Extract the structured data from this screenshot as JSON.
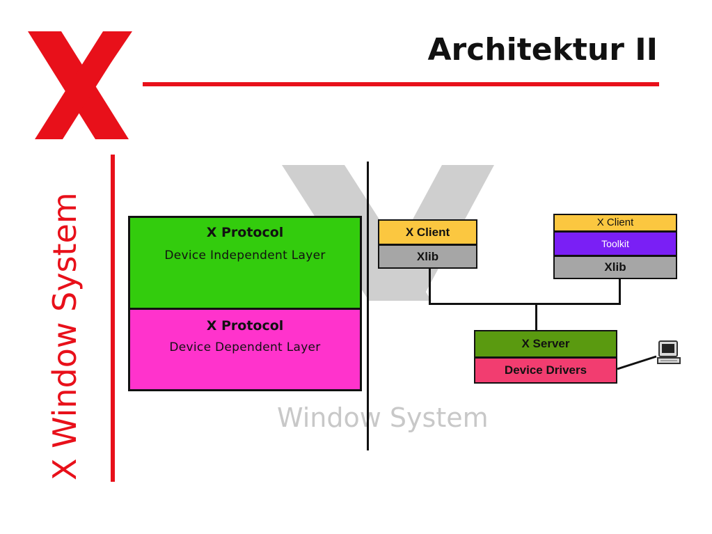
{
  "header": {
    "title": "Architektur II",
    "side_title": "X Window System"
  },
  "watermark": {
    "text": "Window System"
  },
  "layers": {
    "independent": {
      "heading": "X Protocol",
      "label": "Device Independent Layer",
      "color": "#33cc0d"
    },
    "dependent": {
      "heading": "X Protocol",
      "label": "Device Dependent Layer",
      "color": "#ff33cc"
    }
  },
  "client1": {
    "client_label": "X Client",
    "xlib_label": "Xlib"
  },
  "client2": {
    "client_label": "X Client",
    "toolkit_label": "Toolkit",
    "xlib_label": "Xlib"
  },
  "server": {
    "server_label": "X Server",
    "drivers_label": "Device Drivers"
  },
  "colors": {
    "accent": "#e8101a",
    "client": "#fbc740",
    "xlib": "#a6a6a6",
    "toolkit": "#7a1ff5",
    "server": "#5a9a10",
    "drivers": "#f23d70"
  },
  "icons": {
    "logo": "x-logo-icon",
    "terminal": "computer-monitor-icon"
  }
}
